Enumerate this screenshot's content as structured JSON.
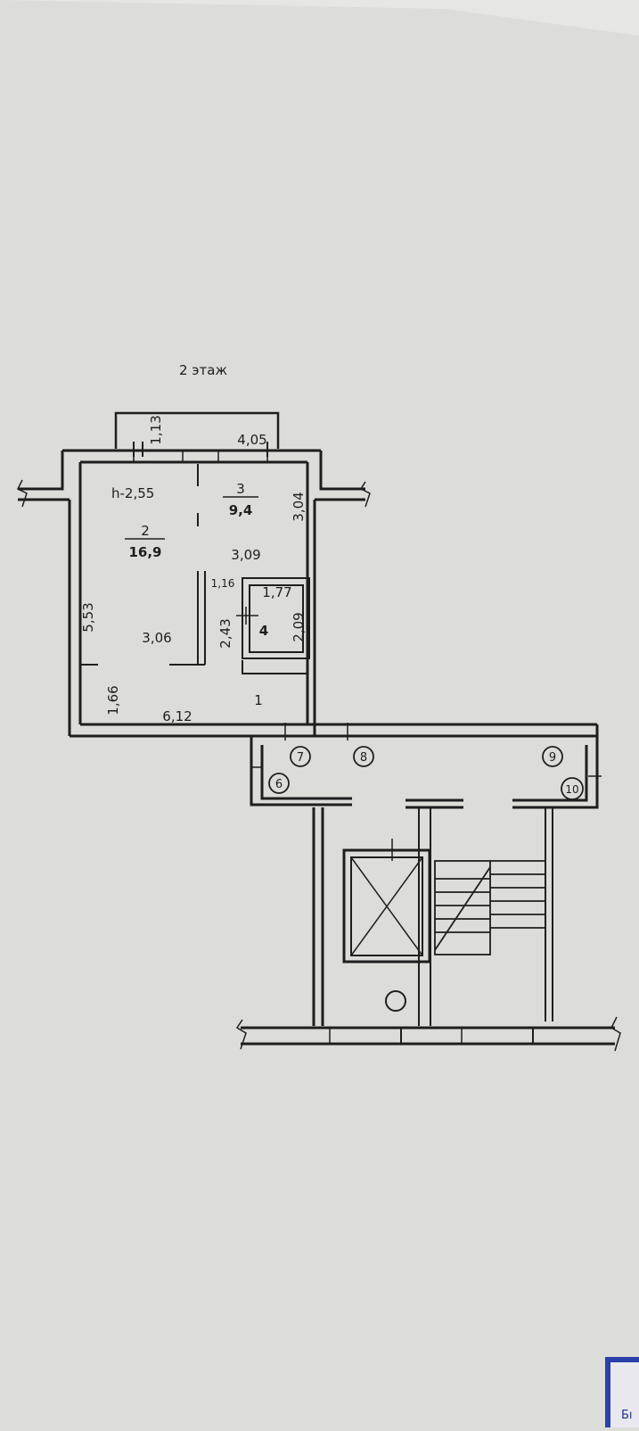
{
  "floor_title": "2 этаж",
  "ceiling_height": "h-2,55",
  "rooms": [
    {
      "number": "1",
      "area": ""
    },
    {
      "number": "2",
      "area": "16,9"
    },
    {
      "number": "3",
      "area": "9,4"
    },
    {
      "number": "4",
      "area": ""
    }
  ],
  "dimensions": {
    "balcony_depth": "1,13",
    "balcony_width": "4,05",
    "room3_depth": "3,04",
    "room3_width": "3,09",
    "room2_length": "5,53",
    "room2_width": "3,06",
    "partition": "2,43",
    "hall_length": "1,66",
    "hall_width": "6,12",
    "bath_niche": "1,16",
    "bath_width": "1,77",
    "bath_depth": "2,09"
  },
  "markers": [
    "6",
    "7",
    "8",
    "9",
    "10"
  ],
  "stamp_text": "Бı",
  "colors": {
    "paper": "#dcdcd8",
    "ink": "#1e1e1e",
    "stamp": "#2a3fa8"
  }
}
